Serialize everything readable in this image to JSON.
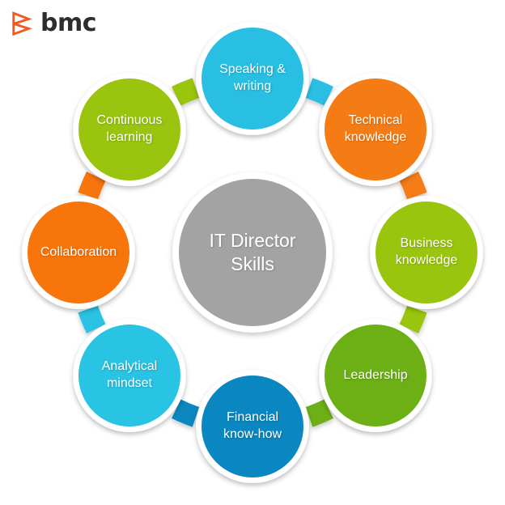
{
  "brand": {
    "logo_icon": "bmc-logo-icon",
    "wordmark": "bmc",
    "logo_color": "#f05a22",
    "wordmark_color": "#2d2d2d"
  },
  "diagram": {
    "type": "cycle-ring",
    "center": {
      "label": "IT Director\nSkills",
      "line1": "IT Director",
      "line2": "Skills",
      "color": "#a3a3a3"
    },
    "nodes": [
      {
        "id": "speaking-writing",
        "line1": "Speaking &",
        "line2": "writing",
        "color": "#29bfe3",
        "angle": -90
      },
      {
        "id": "technical-knowledge",
        "line1": "Technical",
        "line2": "knowledge",
        "color": "#f57c14",
        "angle": -45
      },
      {
        "id": "business-knowledge",
        "line1": "Business",
        "line2": "knowledge",
        "color": "#9ac50f",
        "angle": 0
      },
      {
        "id": "leadership",
        "line1": "Leadership",
        "line2": "",
        "color": "#6cb016",
        "angle": 45
      },
      {
        "id": "financial-know-how",
        "line1": "Financial",
        "line2": "know-how",
        "color": "#0a87c0",
        "angle": 90
      },
      {
        "id": "analytical-mindset",
        "line1": "Analytical",
        "line2": "mindset",
        "color": "#29c3e3",
        "angle": 135
      },
      {
        "id": "collaboration",
        "line1": "Collaboration",
        "line2": "",
        "color": "#f7750b",
        "angle": 180
      },
      {
        "id": "continuous-learning",
        "line1": "Continuous",
        "line2": "learning",
        "color": "#9ac50f",
        "angle": 225
      }
    ],
    "arcs": [
      {
        "id": "arc-speaking-to-technical",
        "from": "speaking-writing",
        "to": "technical-knowledge",
        "color": "#29bfe3"
      },
      {
        "id": "arc-technical-to-business",
        "from": "technical-knowledge",
        "to": "business-knowledge",
        "color": "#f57c14"
      },
      {
        "id": "arc-business-to-leadership",
        "from": "business-knowledge",
        "to": "leadership",
        "color": "#9ac50f"
      },
      {
        "id": "arc-leadership-to-financial",
        "from": "leadership",
        "to": "financial-know-how",
        "color": "#6cb016"
      },
      {
        "id": "arc-financial-to-analytical",
        "from": "financial-know-how",
        "to": "analytical-mindset",
        "color": "#0a87c0"
      },
      {
        "id": "arc-analytical-to-collab",
        "from": "analytical-mindset",
        "to": "collaboration",
        "color": "#29c3e3"
      },
      {
        "id": "arc-collab-to-continuous",
        "from": "collaboration",
        "to": "continuous-learning",
        "color": "#f7750b"
      },
      {
        "id": "arc-continuous-to-speaking",
        "from": "continuous-learning",
        "to": "speaking-writing",
        "color": "#9ac50f"
      }
    ]
  }
}
